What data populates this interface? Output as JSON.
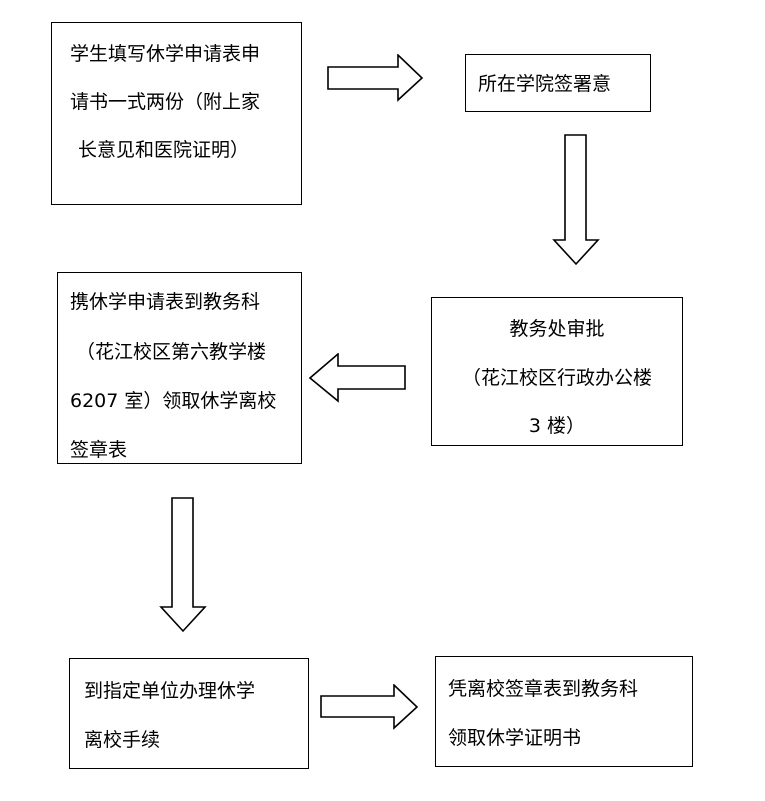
{
  "steps": [
    {
      "id": "apply",
      "lines": [
        "学生填写休学申请表申",
        "请书一式两份（附上家",
        "长意见和医院证明）"
      ]
    },
    {
      "id": "college_sign",
      "lines": [
        "所在学院签署意"
      ]
    },
    {
      "id": "academic_affairs_approve",
      "lines": [
        "教务处审批",
        "（花江校区行政办公楼",
        "3 楼）"
      ]
    },
    {
      "id": "collect_form",
      "lines": [
        "携休学申请表到教务科",
        "（花江校区第六教学楼",
        "6207 室）领取休学离校",
        "签章表"
      ]
    },
    {
      "id": "leaving_procedures",
      "lines": [
        "到指定单位办理休学",
        "离校手续"
      ]
    },
    {
      "id": "certificate",
      "lines": [
        "凭离校签章表到教务科",
        "领取休学证明书"
      ]
    }
  ]
}
